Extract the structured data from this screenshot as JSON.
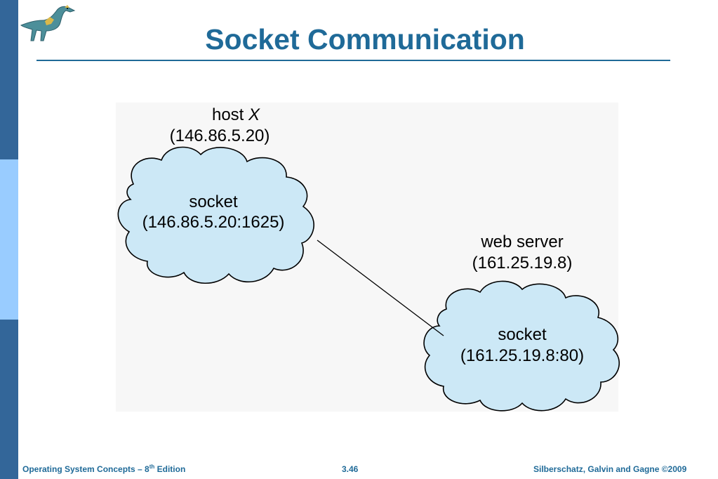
{
  "slide": {
    "title": "Socket Communication"
  },
  "diagram": {
    "host": {
      "label": "host",
      "name": "X",
      "address": "(146.86.5.20)",
      "socket_label": "socket",
      "socket_address": "(146.86.5.20:1625)"
    },
    "server": {
      "label": "web server",
      "address": "(161.25.19.8)",
      "socket_label": "socket",
      "socket_address": "(161.25.19.8:80)"
    }
  },
  "footer": {
    "book_prefix": "Operating System Concepts – 8",
    "book_sup": "th",
    "book_suffix": " Edition",
    "page": "3.46",
    "copyright": "Silberschatz, Galvin and Gagne ©2009"
  },
  "colors": {
    "title": "#1f6a98",
    "sidebar_dark": "#336699",
    "sidebar_light": "#99ccff",
    "cloud_fill": "#cce8f6"
  },
  "icons": {
    "logo": "dinosaur-icon"
  }
}
